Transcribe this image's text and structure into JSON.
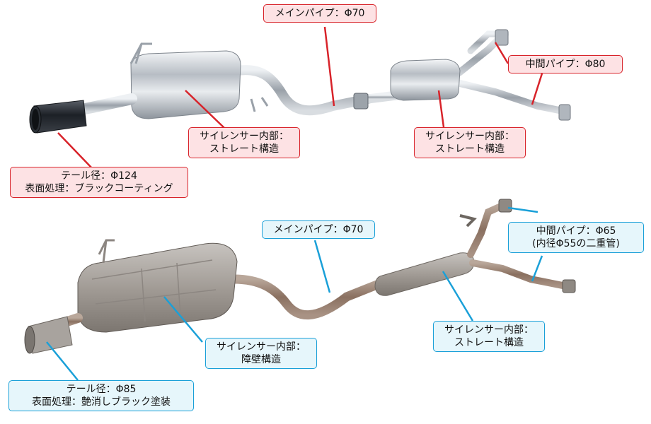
{
  "colors": {
    "red_accent": "#d8232a",
    "red_fill": "#fde2e4",
    "blue_accent": "#1aa0d8",
    "blue_fill": "#e6f6fb",
    "chrome": "#cfd4da",
    "stock_metal": "#9c9690"
  },
  "top_labels": {
    "main_pipe": "メインパイプ：Φ70",
    "mid_pipe": "中間パイプ：Φ80",
    "silencer_rear": [
      "サイレンサー内部：",
      "ストレート構造"
    ],
    "silencer_front": [
      "サイレンサー内部：",
      "ストレート構造"
    ],
    "tail": [
      "テール径：Φ124",
      "表面処理：ブラックコーティング"
    ]
  },
  "bottom_labels": {
    "main_pipe": "メインパイプ：Φ70",
    "mid_pipe": [
      "中間パイプ：Φ65",
      "(内径Φ55の二重管)"
    ],
    "silencer_rear": [
      "サイレンサー内部：",
      "障壁構造"
    ],
    "silencer_front": [
      "サイレンサー内部：",
      "ストレート構造"
    ],
    "tail": [
      "テール径：Φ85",
      "表面処理：艶消しブラック塗装"
    ]
  }
}
